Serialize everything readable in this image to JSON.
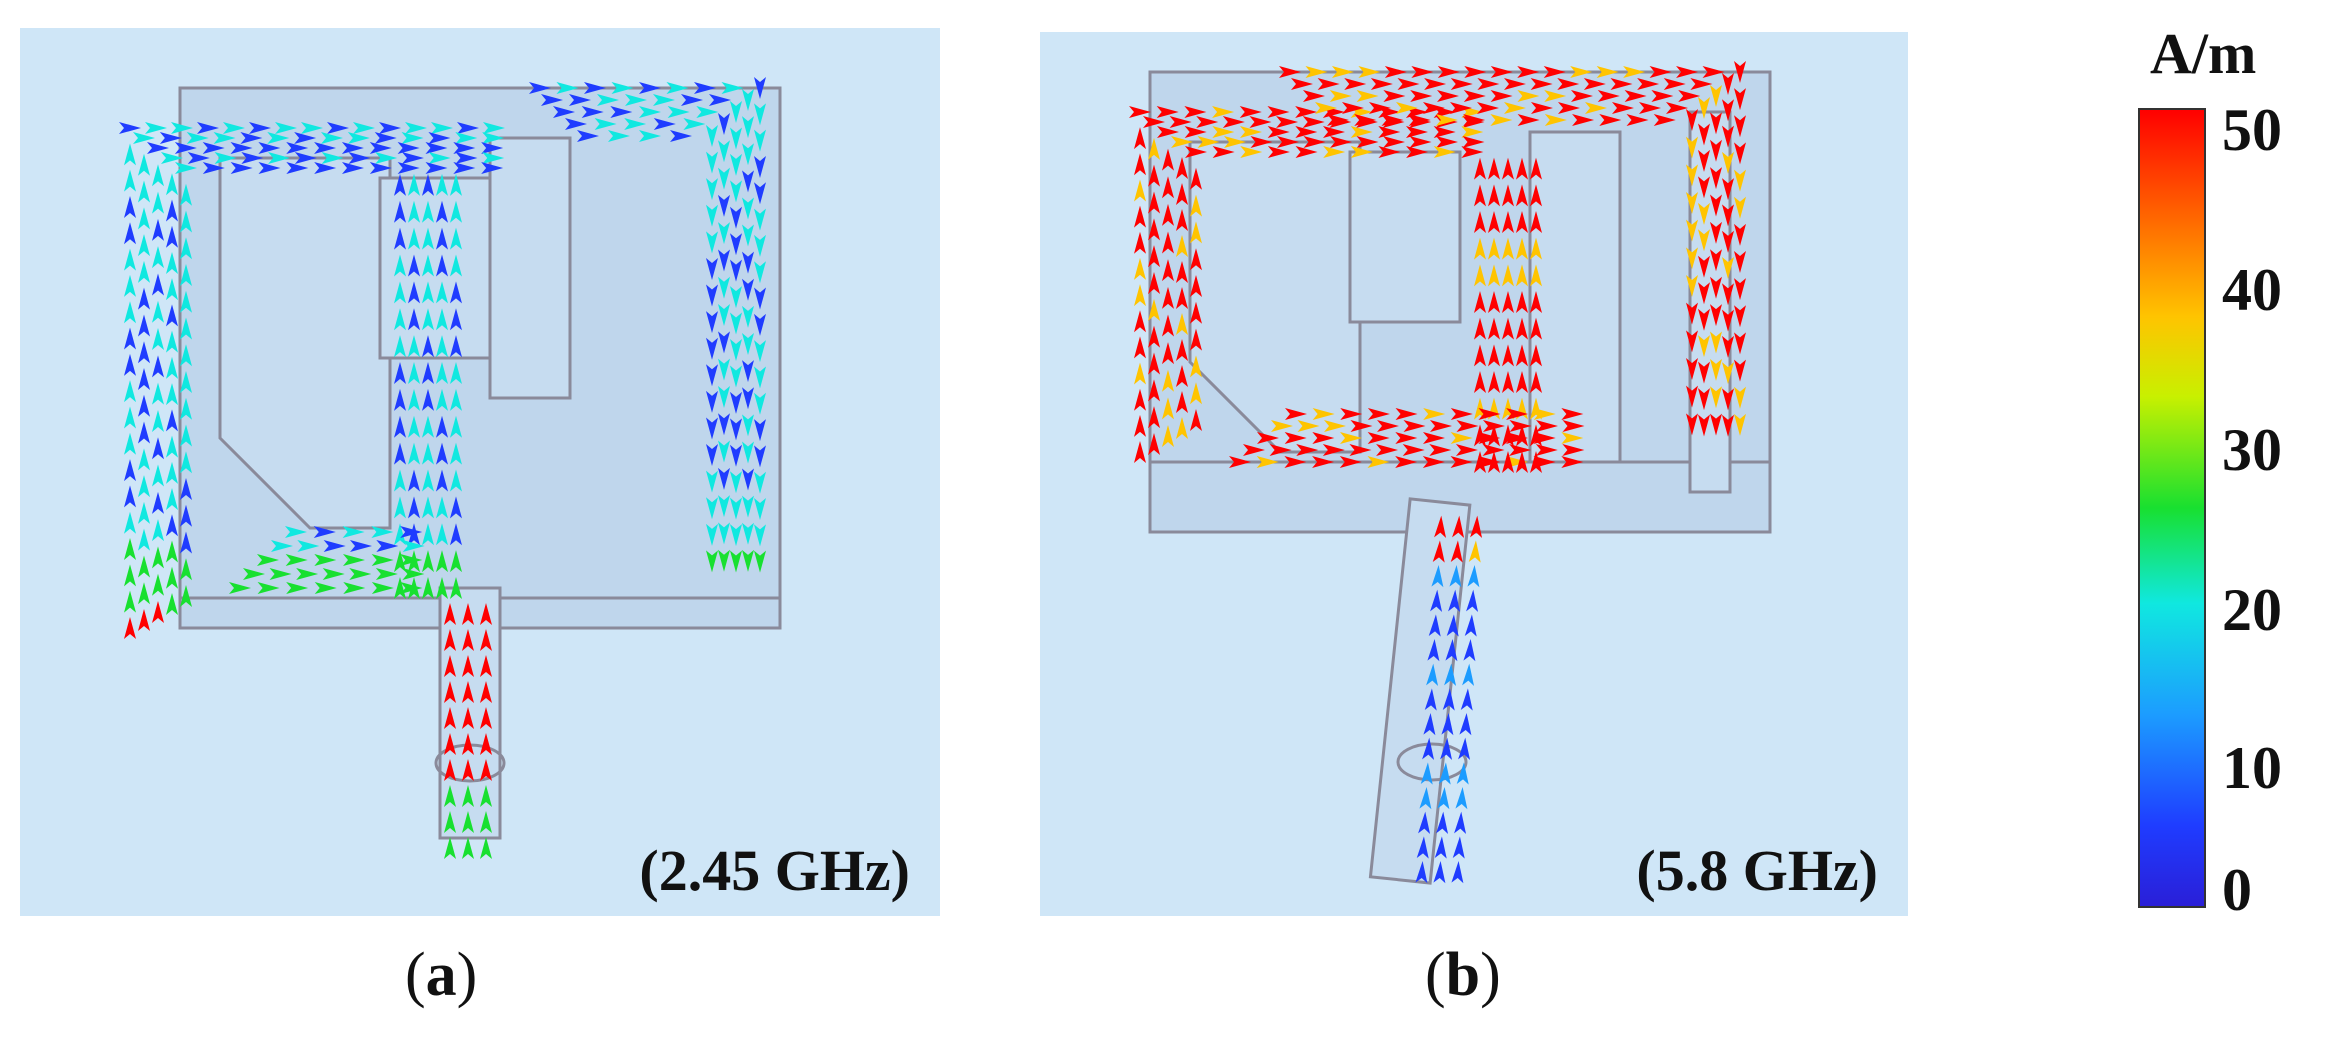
{
  "panels": [
    {
      "id": "a",
      "caption_letter": "a",
      "frequency_label": "(2.45 GHz)"
    },
    {
      "id": "b",
      "caption_letter": "b",
      "frequency_label": "(5.8 GHz)"
    }
  ],
  "legend": {
    "unit": "A/m",
    "ticks": [
      "50",
      "40",
      "30",
      "20",
      "10",
      "0"
    ],
    "colors": [
      "#ff0000",
      "#ff6a00",
      "#ffc400",
      "#18e030",
      "#10e8e0",
      "#1c9cff",
      "#1f3cff"
    ]
  },
  "colors": {
    "background": "#cfe6f7",
    "antenna_fill": "#bfd6ec",
    "antenna_outline": "#8a8a9a"
  }
}
